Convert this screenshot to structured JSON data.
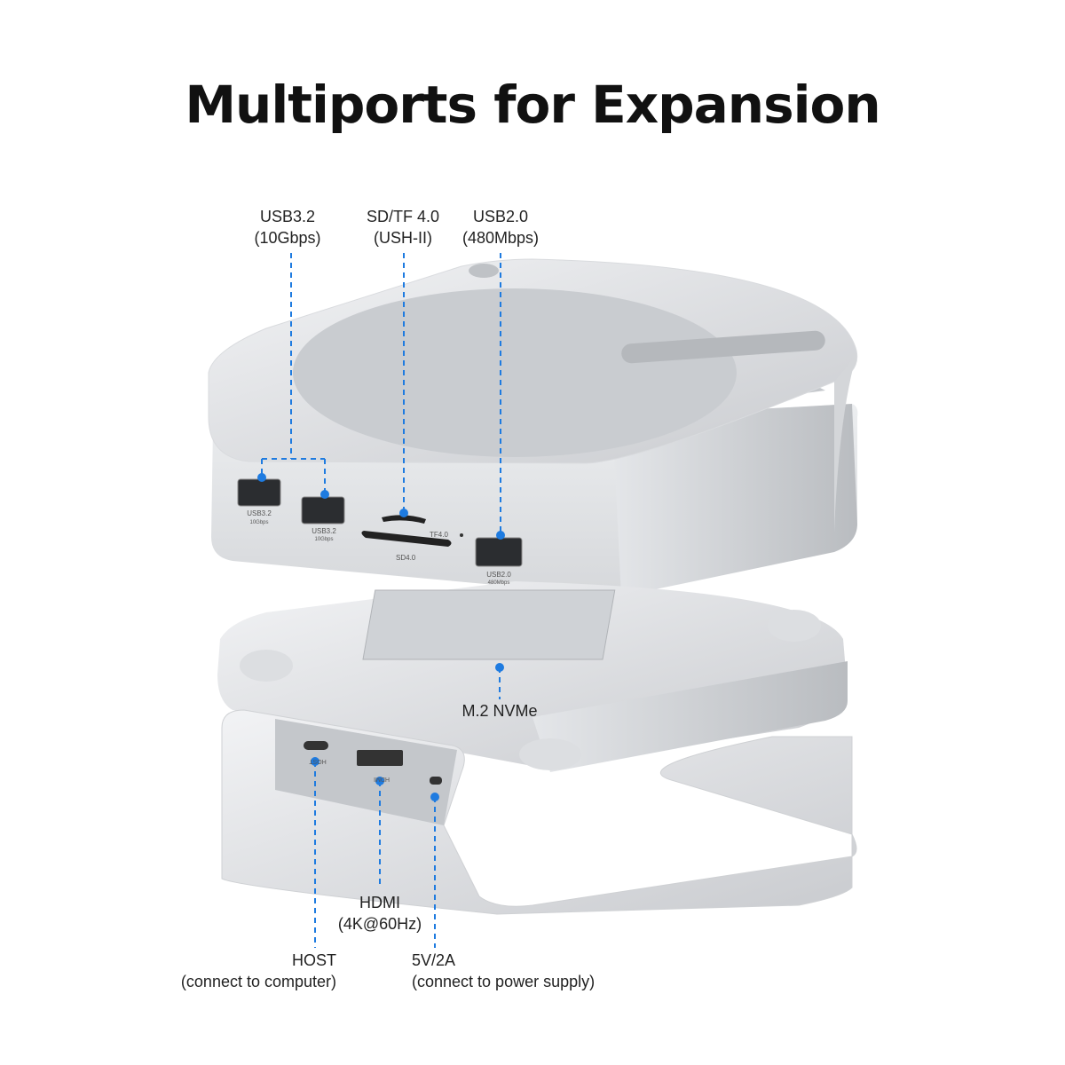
{
  "title": "Multiports for Expansion",
  "accent_color": "#1e7be0",
  "callouts": {
    "usb32": {
      "line1": "USB3.2",
      "line2": "(10Gbps)"
    },
    "sdtf": {
      "line1": "SD/TF 4.0",
      "line2": "(USH-II)"
    },
    "usb20": {
      "line1": "USB2.0",
      "line2": "(480Mbps)"
    },
    "m2": {
      "line1": "M.2 NVMe"
    },
    "hdmi": {
      "line1": "HDMI",
      "line2": "(4K@60Hz)"
    },
    "host": {
      "line1": "HOST",
      "line2": "(connect to computer)"
    },
    "power": {
      "line1": "5V/2A",
      "line2": "(connect to power supply)"
    }
  },
  "port_engravings": {
    "usb32": "USB3.2",
    "usb32_speed": "10Gbps",
    "tf": "TF4.0",
    "sd": "SD4.0",
    "usb20": "USB2.0",
    "usb20_speed": "480Mbps",
    "host": "HOST",
    "hdmi": "HDMI"
  }
}
